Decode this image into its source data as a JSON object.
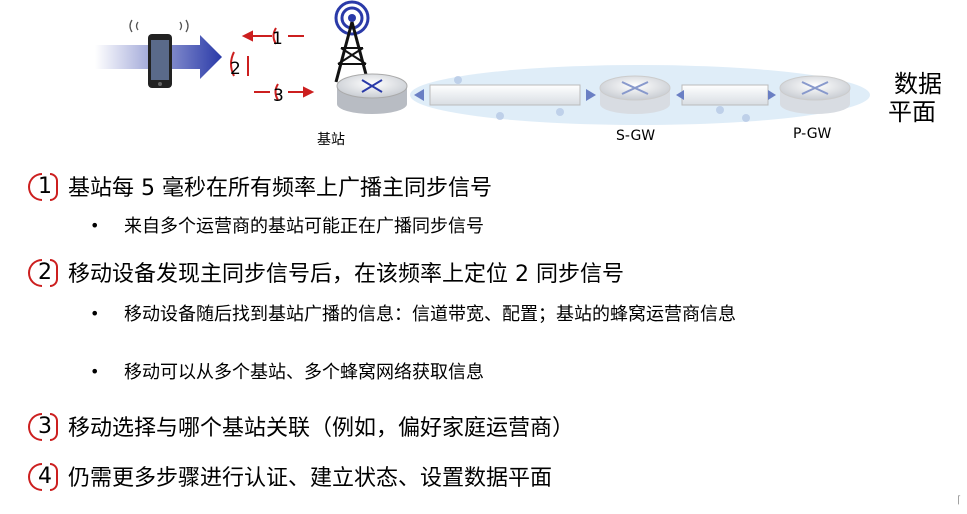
{
  "diagram": {
    "base_station_label": "基站",
    "sgw_label": "S-GW",
    "pgw_label": "P-GW",
    "data_plane_label": [
      "数据",
      "平面"
    ],
    "arrow_numbers": [
      "1",
      "2",
      "3"
    ]
  },
  "steps": [
    {
      "number": "1",
      "text": "基站每 5 毫秒在所有频率上广播主同步信号",
      "bullets": [
        "来自多个运营商的基站可能正在广播同步信号"
      ]
    },
    {
      "number": "2",
      "text": "移动设备发现主同步信号后，在该频率上定位 2 同步信号",
      "bullets": [
        "移动设备随后找到基站广播的信息：信道带宽、配置；基站的蜂窝运营商信息",
        "移动可以从多个基站、多个蜂窝网络获取信息"
      ]
    },
    {
      "number": "3",
      "text": "移动选择与哪个基站关联（例如，偏好家庭运营商）",
      "bullets": []
    },
    {
      "number": "4",
      "text": "仍需更多步骤进行认证、建立状态、设置数据平面",
      "bullets": []
    }
  ],
  "colors": {
    "accent_red": "#cc1f1f",
    "arrow_blue": "#2233aa",
    "plane_blue": "#dcebf7"
  }
}
